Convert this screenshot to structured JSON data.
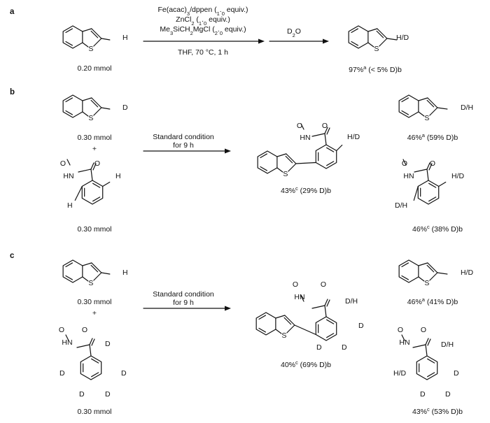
{
  "panels": {
    "a": {
      "letter": "a",
      "reactant": {
        "label": "H",
        "amount": "0.20 mmol"
      },
      "conditions": [
        "Fe(acac)3/dppen (1.0 equiv.)",
        "ZnCl2 (1.0 equiv.)",
        "Me3SiCH2MgCl (2.0 equiv.)"
      ],
      "conditions_below": "THF, 70 °C, 1 h",
      "quench": "D2O",
      "product": {
        "label": "H/D",
        "result": "97%a (< 5% D)b"
      }
    },
    "b": {
      "letter": "b",
      "reactant1": {
        "label": "D",
        "amount": "0.30 mmol"
      },
      "plus": "+",
      "reactant2": {
        "amount": "0.30 mmol",
        "labels": [
          "H",
          "H"
        ]
      },
      "condition": [
        "Standard condition",
        "for 9 h"
      ],
      "product": {
        "labels": [
          "H/D"
        ],
        "result": "43%c (29% D)b"
      },
      "side1": {
        "label": "D/H",
        "result": "46%a (59% D)b"
      },
      "side2": {
        "labels": [
          "H/D",
          "D/H"
        ],
        "result": "46%c (38% D)b"
      }
    },
    "c": {
      "letter": "c",
      "reactant1": {
        "label": "H",
        "amount": "0.30 mmol"
      },
      "plus": "+",
      "reactant2": {
        "amount": "0.30 mmol",
        "labels": [
          "D",
          "D",
          "D",
          "D",
          "D"
        ]
      },
      "condition": [
        "Standard condition",
        "for 9 h"
      ],
      "product": {
        "labels": [
          "D/H",
          "D",
          "D",
          "D"
        ],
        "result": "40%c (69% D)b"
      },
      "side1": {
        "label": "H/D",
        "result": "46%a (41% D)b"
      },
      "side2": {
        "labels": [
          "D/H",
          "H/D",
          "D",
          "D",
          "D"
        ],
        "result": "43%c (53% D)b"
      }
    }
  },
  "atoms": {
    "S": "S",
    "O": "O",
    "N": "N",
    "HN": "HN"
  }
}
